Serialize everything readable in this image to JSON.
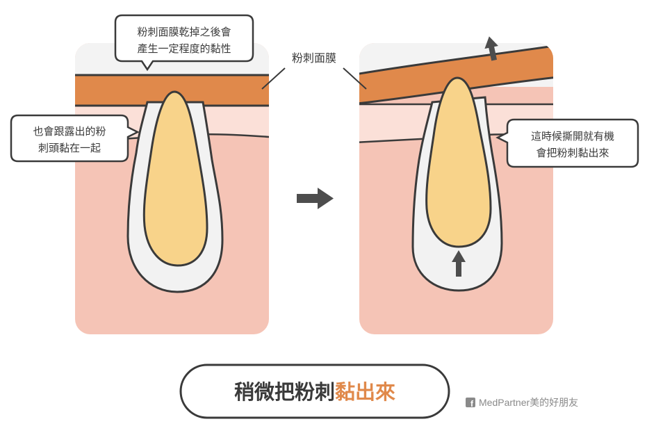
{
  "labels": {
    "callout_top_line1": "粉刺面膜乾掉之後會",
    "callout_top_line2": "產生一定程度的黏性",
    "callout_left_line1": "也會跟露出的粉",
    "callout_left_line2": "刺頭黏在一起",
    "callout_right_line1": "這時候撕開就有機",
    "callout_right_line2": "會把粉刺黏出來",
    "mask_label": "粉刺面膜"
  },
  "title": {
    "part1": "稍微把粉刺",
    "part2": "黏出來"
  },
  "credit": {
    "text": "MedPartner美的好朋友",
    "icon": "facebook-icon"
  },
  "colors": {
    "skin": "#f5c4b6",
    "skin_top_layer": "#fbe0d8",
    "mask": "#e0894b",
    "sebum": "#f8d38a",
    "pore": "#f2f2f2",
    "outline": "#3a3a3a",
    "title_dark": "#3a3a3a",
    "title_accent": "#e0894b",
    "arrow": "#4d4d4d"
  }
}
